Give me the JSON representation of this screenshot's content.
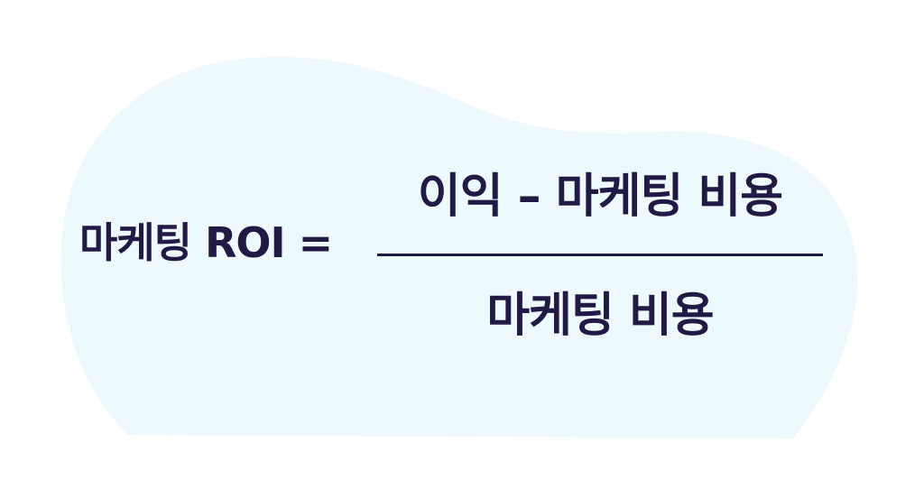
{
  "formula": {
    "lhs": "마케팅 ROI =",
    "numerator": "이익 – 마케팅 비용",
    "denominator": "마케팅 비용"
  },
  "colors": {
    "text": "#201a45",
    "blob": "#eef9fd",
    "background": "#ffffff"
  }
}
